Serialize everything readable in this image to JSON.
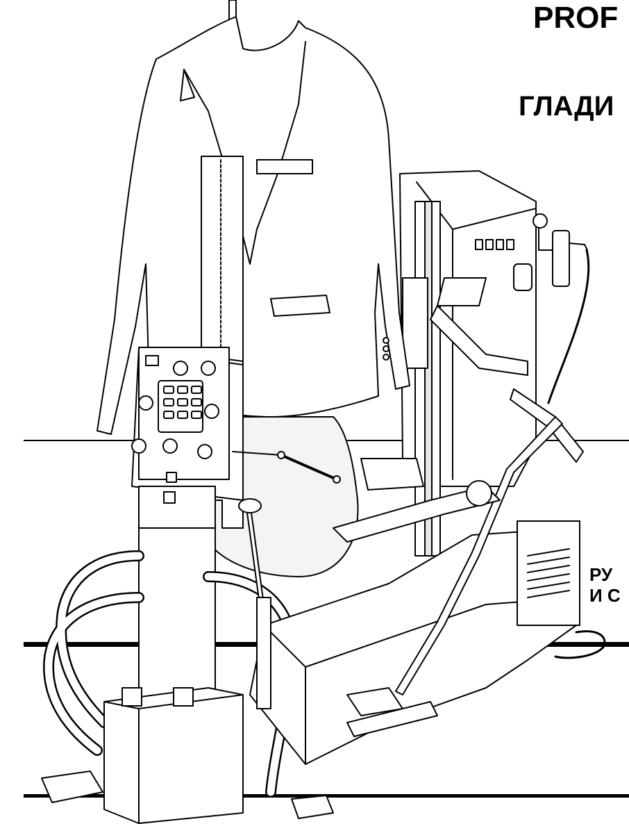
{
  "page": {
    "title_line1": "PROF",
    "title_line2": "ГЛАДИ",
    "subtitle_line1": "РУ",
    "subtitle_line2": "И С"
  },
  "illustration": {
    "subject": "steam ironing dummy machine with jacket and control panel",
    "colors": {
      "line": "#000000",
      "fill": "#ffffff",
      "shade": "#e6e6e6"
    }
  }
}
